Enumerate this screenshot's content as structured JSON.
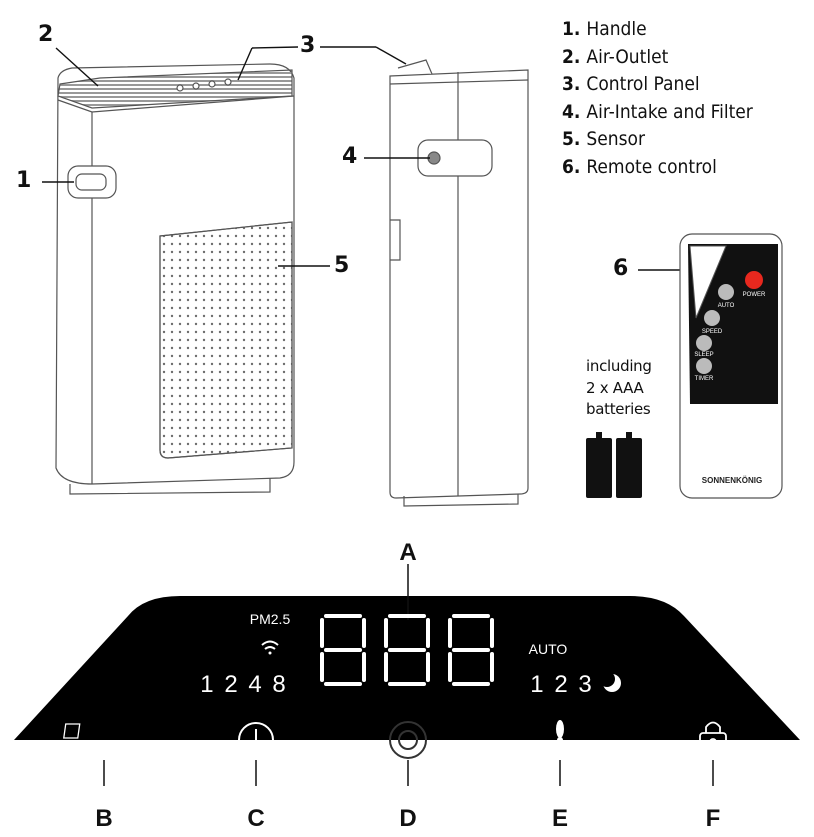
{
  "legend": [
    {
      "num": "1.",
      "label": "Handle"
    },
    {
      "num": "2.",
      "label": "Air-Outlet"
    },
    {
      "num": "3.",
      "label": "Control Panel"
    },
    {
      "num": "4.",
      "label": "Air-Intake and Filter"
    },
    {
      "num": "5.",
      "label": "Sensor"
    },
    {
      "num": "6.",
      "label": "Remote control"
    }
  ],
  "callouts": {
    "c1": "1",
    "c2": "2",
    "c3": "3",
    "c4": "4",
    "c5": "5",
    "c6": "6"
  },
  "batteries": {
    "line1": "including",
    "line2": "2 x AAA",
    "line3": "batteries"
  },
  "remote": {
    "power": "POWER",
    "auto": "AUTO",
    "speed": "SPEED",
    "sleep": "SLEEP",
    "timer": "TIMER",
    "brand": "SONNENKÖNIG",
    "colors": {
      "power_button": "#e8281e"
    }
  },
  "panel": {
    "pm_label": "PM2.5",
    "digits": "888",
    "speed_levels": "1 2 4 8",
    "auto_label": "AUTO",
    "mode_levels": "1 2 3",
    "wifi_label": "WiFi",
    "colors": {
      "panel_bg": "#000000",
      "panel_text": "#ffffff"
    }
  },
  "letters": {
    "A": "A",
    "B": "B",
    "C": "C",
    "D": "D",
    "E": "E",
    "F": "F"
  }
}
